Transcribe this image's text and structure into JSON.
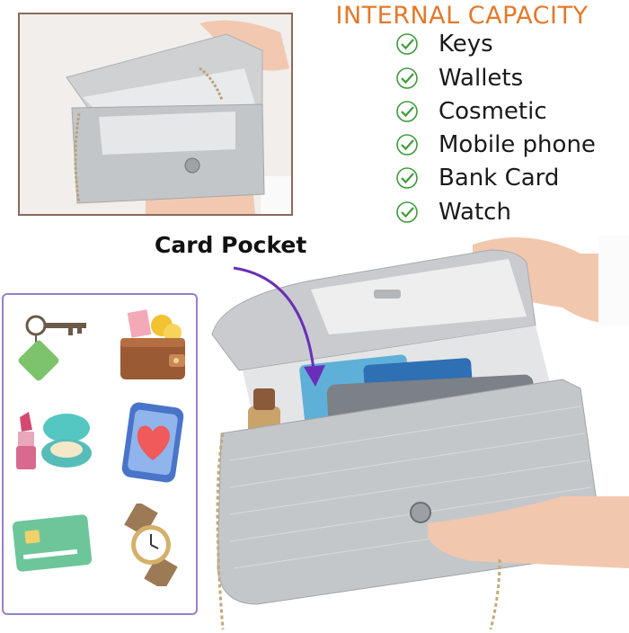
{
  "capacity": {
    "title": "INTERNAL CAPACITY",
    "items": [
      {
        "label": "Keys"
      },
      {
        "label": "Wallets"
      },
      {
        "label": "Cosmetic"
      },
      {
        "label": "Mobile phone"
      },
      {
        "label": "Bank Card"
      },
      {
        "label": "Watch"
      }
    ]
  },
  "annotation": {
    "label": "Card Pocket"
  },
  "icons": [
    "key-icon",
    "wallet-icon",
    "lipstick-compact-icon",
    "mobile-phone-icon",
    "bank-card-icon",
    "watch-icon"
  ],
  "colors": {
    "title": "#e4792a",
    "check": "#3e9b3a",
    "panel_border": "#9a7fc9",
    "arrow": "#6a2fb8",
    "frame_border": "#8a6a5a"
  }
}
